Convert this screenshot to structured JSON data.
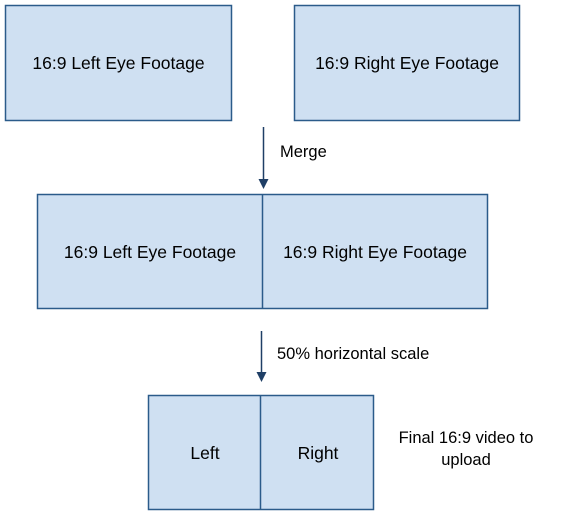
{
  "colors": {
    "box_fill": "#cfe0f2",
    "box_stroke": "#2b5b8a",
    "arrow": "#1f3f66"
  },
  "top_row": {
    "left_box_label": "16:9 Left Eye Footage",
    "right_box_label": "16:9 Right Eye Footage"
  },
  "step1": {
    "label": "Merge"
  },
  "merged": {
    "left_label": "16:9 Left Eye Footage",
    "right_label": "16:9 Right Eye Footage"
  },
  "step2": {
    "label": "50% horizontal scale"
  },
  "final": {
    "left_label": "Left",
    "right_label": "Right",
    "caption_line1": "Final 16:9 video to",
    "caption_line2": "upload"
  }
}
